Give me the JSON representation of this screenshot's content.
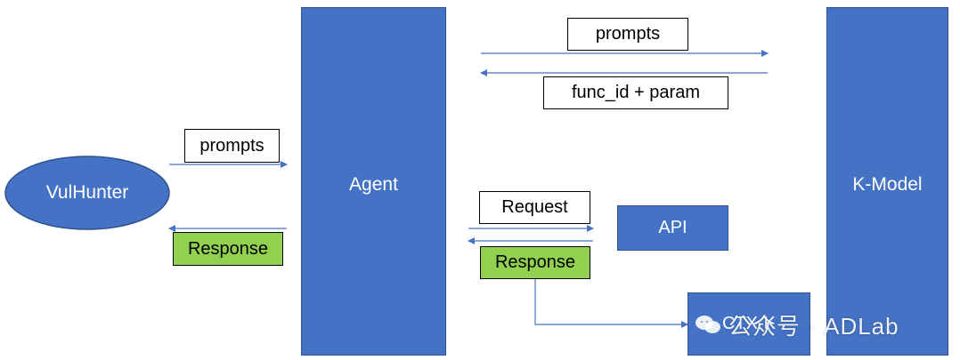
{
  "colors": {
    "blue": "#4472c4",
    "green": "#92d050",
    "arrow": "#4a72c4"
  },
  "nodes": {
    "vulhunter": "VulHunter",
    "agent": "Agent",
    "kmodel": "K-Model",
    "api": "API",
    "ctxk": "CTX-K"
  },
  "labels": {
    "prompts_left": "prompts",
    "response_left": "Response",
    "prompts_top": "prompts",
    "func_id_param": "func_id + param",
    "request": "Request",
    "response_mid": "Response"
  },
  "watermark": {
    "text": "公众号 · ADLab",
    "icon": "wechat-icon"
  }
}
